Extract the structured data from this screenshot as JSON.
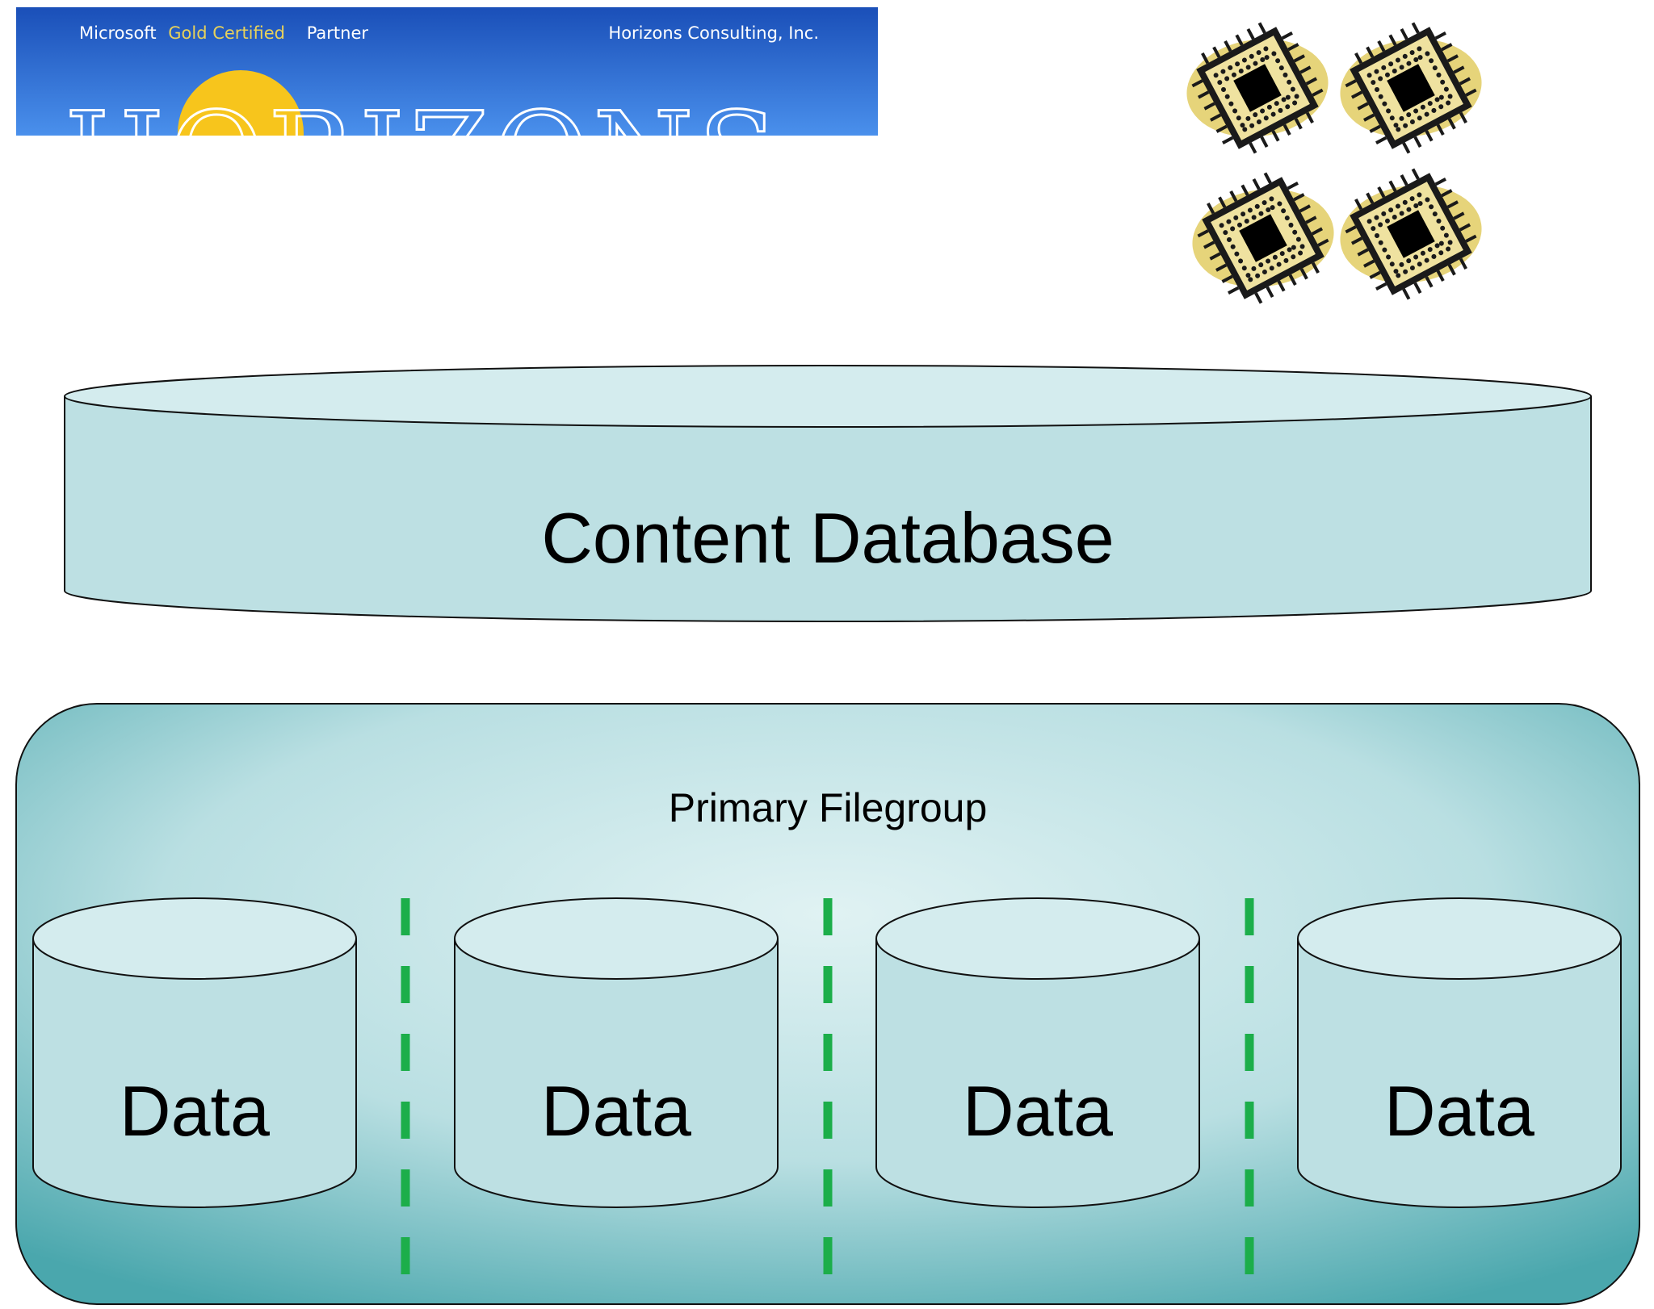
{
  "logo": {
    "tagline_left_1": "Microsoft",
    "tagline_left_2": "Gold Certified",
    "tagline_left_3": "Partner",
    "tagline_right": "Horizons Consulting, Inc.",
    "wordmark": "HORIZONS",
    "colors": {
      "sky_top": "#1a4fb8",
      "sky_bottom": "#4a90ec",
      "sun": "#f7c51c",
      "gold_text": "#e8d25a"
    }
  },
  "processors": {
    "icon": "cpu-chip-icon",
    "count": 4
  },
  "content_database": {
    "label": "Content Database",
    "color": "#bde0e3"
  },
  "filegroup": {
    "label": "Primary Filegroup",
    "data_files": [
      {
        "label": "Data"
      },
      {
        "label": "Data"
      },
      {
        "label": "Data"
      },
      {
        "label": "Data"
      }
    ],
    "separator_color": "#1cae4a"
  }
}
